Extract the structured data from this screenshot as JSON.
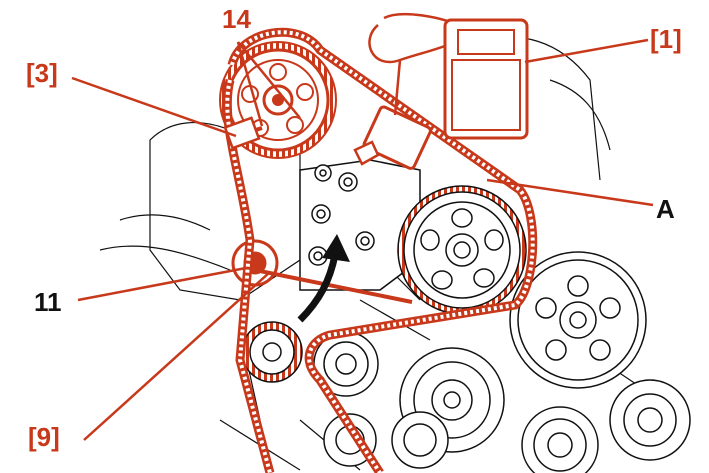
{
  "labels": {
    "tester": "[1]",
    "tool_3": "[3]",
    "tool_9": "[9]",
    "tensioner": "11",
    "screws": "14",
    "belt_point": "A"
  },
  "colors": {
    "callout": "#c8381a",
    "belt": "#c8381a",
    "line_art": "#111111",
    "background": "#ffffff"
  },
  "icons": {
    "rotation_arrow": "curved-arrow-icon"
  }
}
